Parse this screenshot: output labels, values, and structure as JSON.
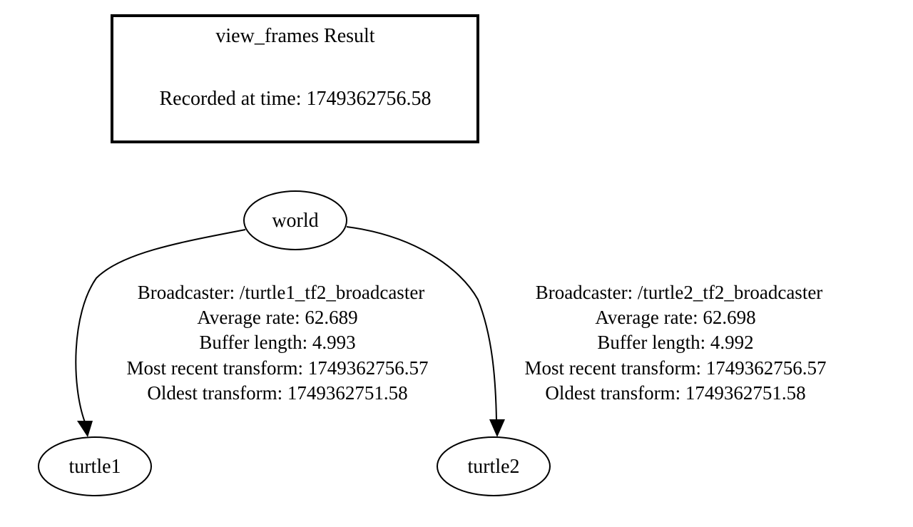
{
  "header_box": {
    "title": "view_frames Result",
    "recorded": "Recorded at time: 1749362756.58"
  },
  "nodes": {
    "world": "world",
    "turtle1": "turtle1",
    "turtle2": "turtle2"
  },
  "edges": [
    {
      "from": "world",
      "to": "turtle1",
      "broadcaster": "Broadcaster: /turtle1_tf2_broadcaster",
      "average_rate": "Average rate: 62.689",
      "buffer_length": "Buffer length: 4.993",
      "most_recent": "Most recent transform: 1749362756.57",
      "oldest": "Oldest transform: 1749362751.58"
    },
    {
      "from": "world",
      "to": "turtle2",
      "broadcaster": "Broadcaster: /turtle2_tf2_broadcaster",
      "average_rate": "Average rate: 62.698",
      "buffer_length": "Buffer length: 4.992",
      "most_recent": "Most recent transform: 1749362756.57",
      "oldest": "Oldest transform: 1749362751.58"
    }
  ],
  "colors": {
    "stroke": "#000000",
    "background": "#ffffff"
  }
}
